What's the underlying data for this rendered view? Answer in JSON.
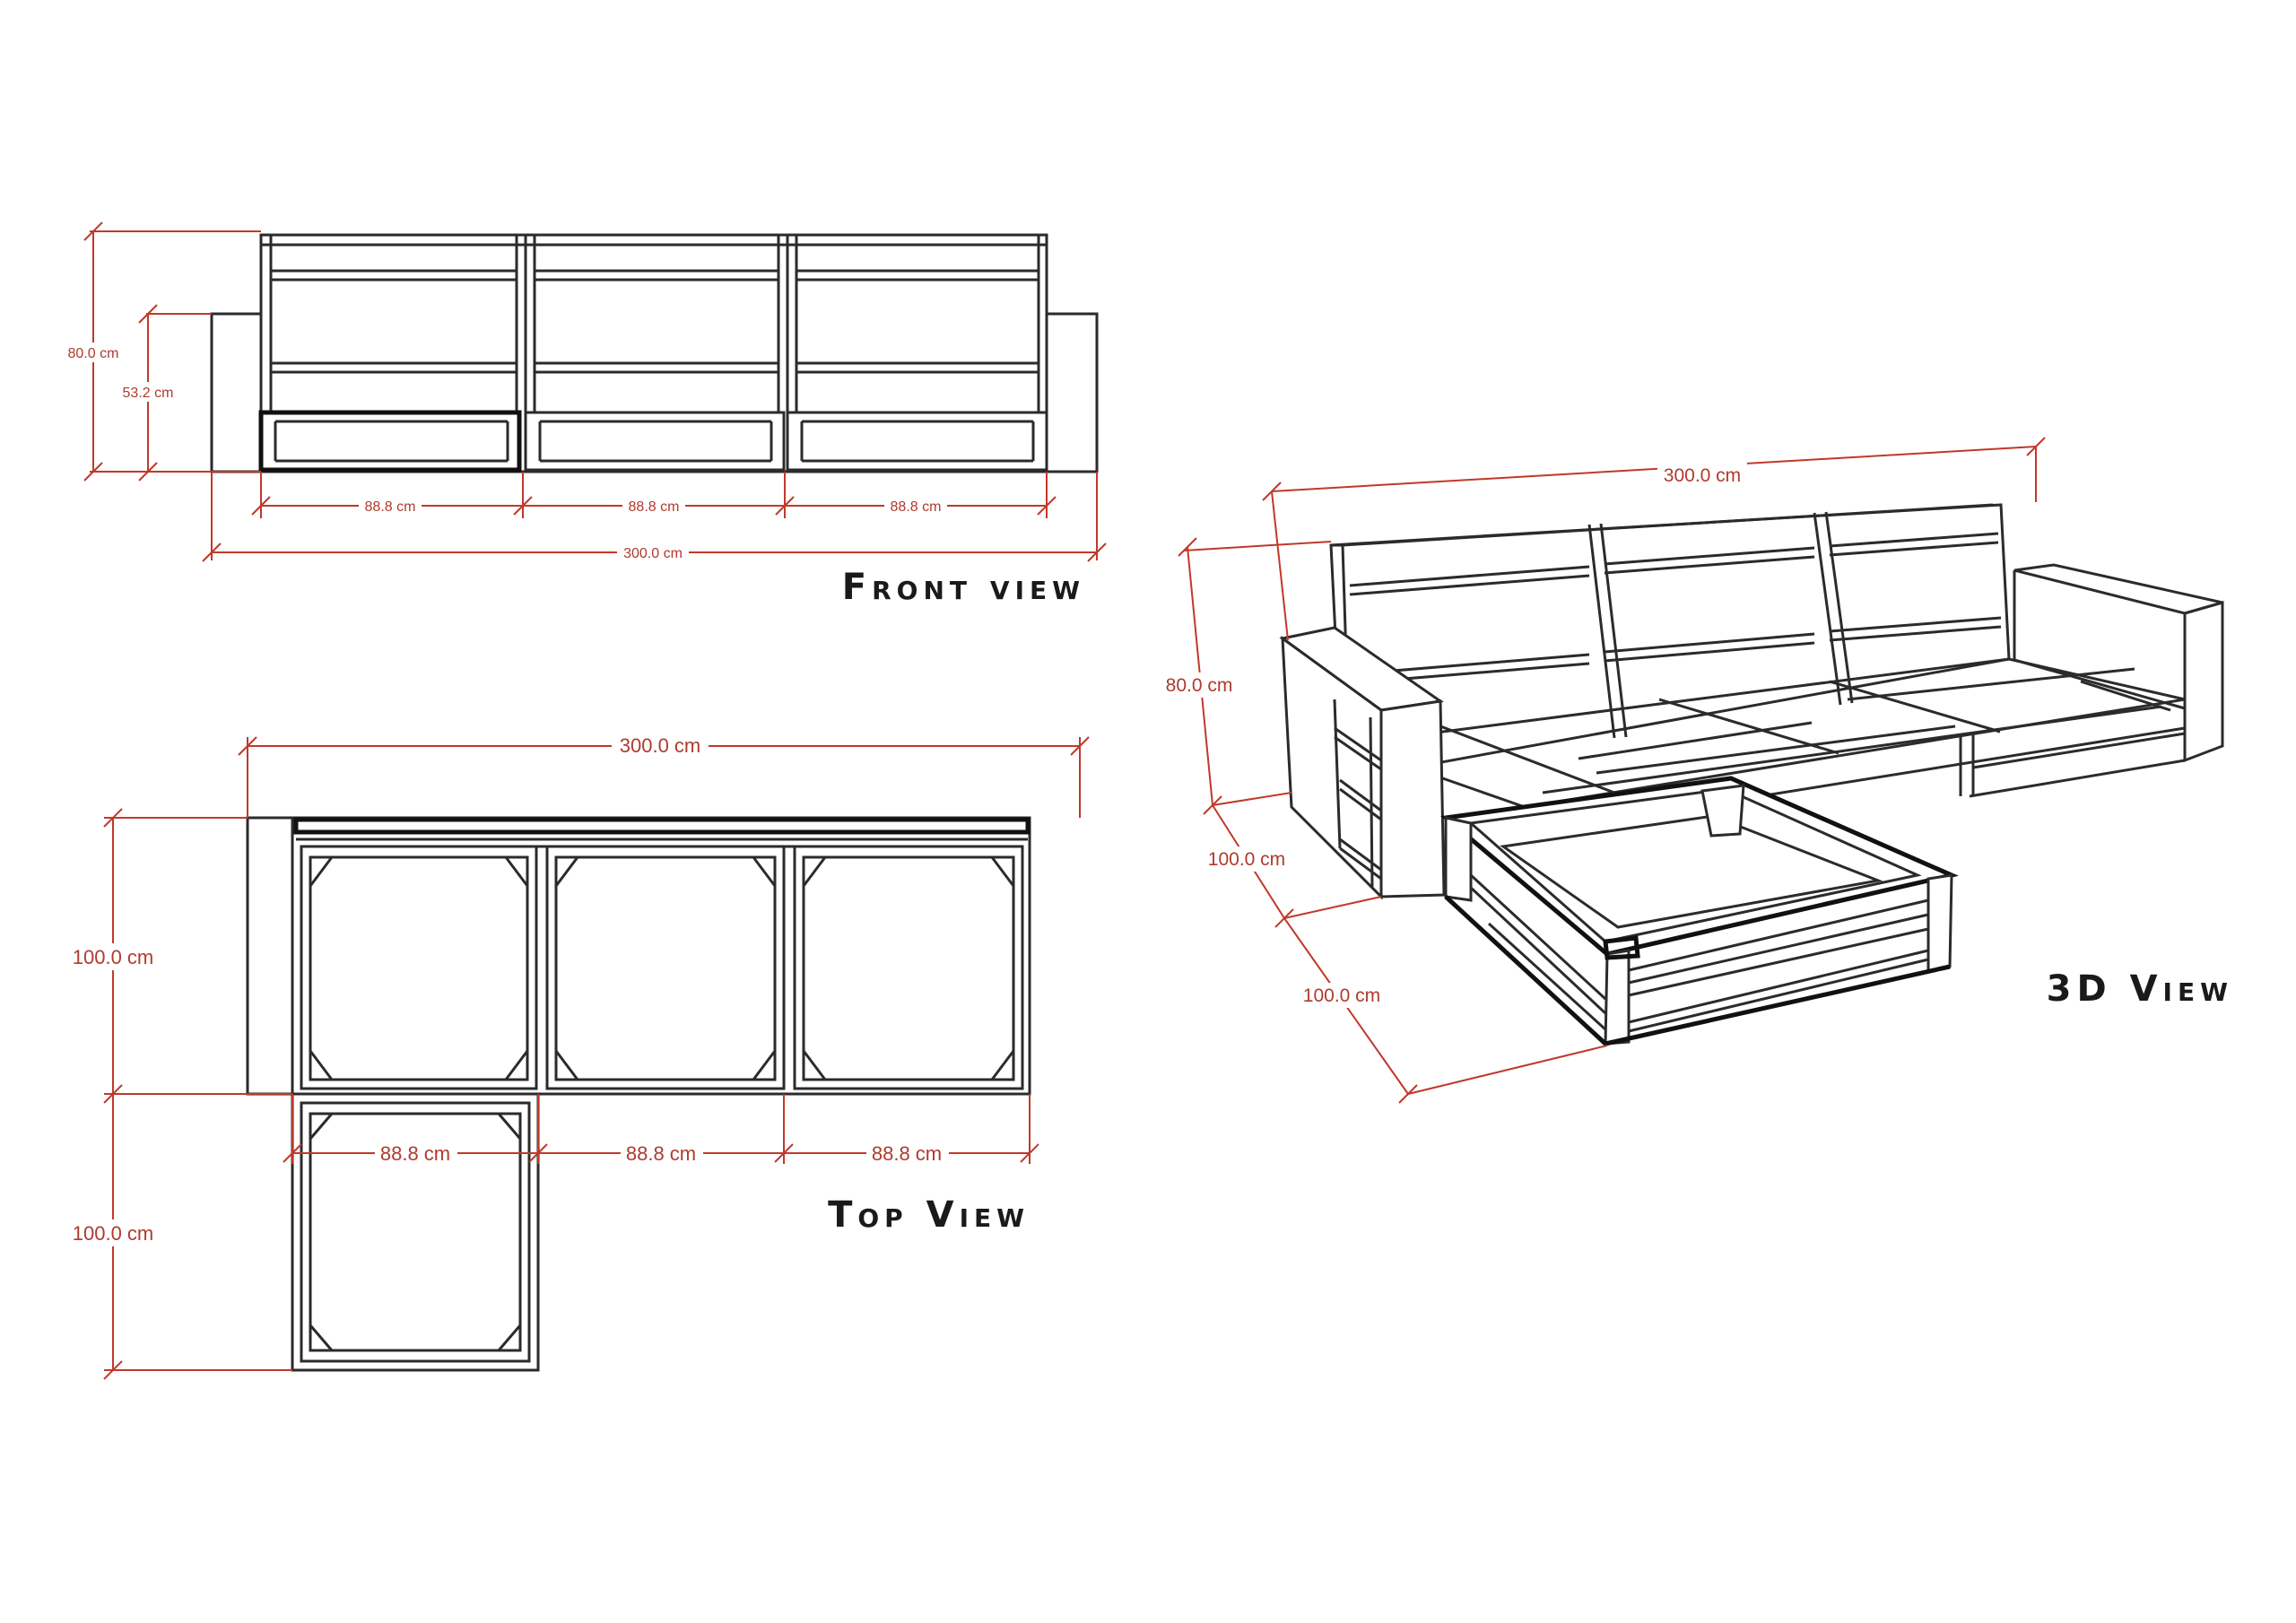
{
  "front_view": {
    "title": "Front view",
    "dims": {
      "overall_height": "80.0 cm",
      "seat_height": "53.2 cm",
      "module_1": "88.8 cm",
      "module_2": "88.8 cm",
      "module_3": "88.8 cm",
      "overall_width": "300.0 cm"
    }
  },
  "top_view": {
    "title": "Top View",
    "dims": {
      "overall_width": "300.0 cm",
      "depth": "100.0 cm",
      "chaise_depth": "100.0 cm",
      "module_1": "88.8 cm",
      "module_2": "88.8 cm",
      "module_3": "88.8 cm"
    }
  },
  "iso_view": {
    "title": "3D View",
    "dims": {
      "overall_width": "300.0 cm",
      "height": "80.0 cm",
      "depth": "100.0 cm",
      "chaise_depth": "100.0 cm"
    }
  },
  "colors": {
    "dimension": "#c0392b",
    "line": "#2b2b2b",
    "title": "#1a1a1a"
  }
}
